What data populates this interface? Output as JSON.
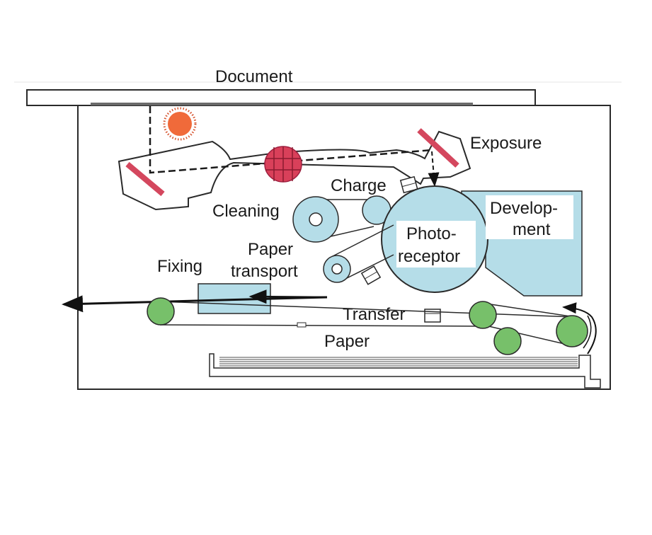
{
  "labels": {
    "document": "Document",
    "exposure": "Exposure",
    "charge": "Charge",
    "cleaning": "Cleaning",
    "development_line1": "Develop-",
    "development_line2": "ment",
    "photo_line1": "Photo-",
    "photo_line2": "receptor",
    "paper_transport_line1": "Paper",
    "paper_transport_line2": "transport",
    "fixing": "Fixing",
    "transfer": "Transfer",
    "paper": "Paper"
  },
  "colors": {
    "outline": "#2a2a2a",
    "light_blue": "#b5dde8",
    "green": "#77c06a",
    "lamp_orange": "#f06a3a",
    "mirror_red": "#d4475e",
    "lens_red": "#d9405a"
  }
}
